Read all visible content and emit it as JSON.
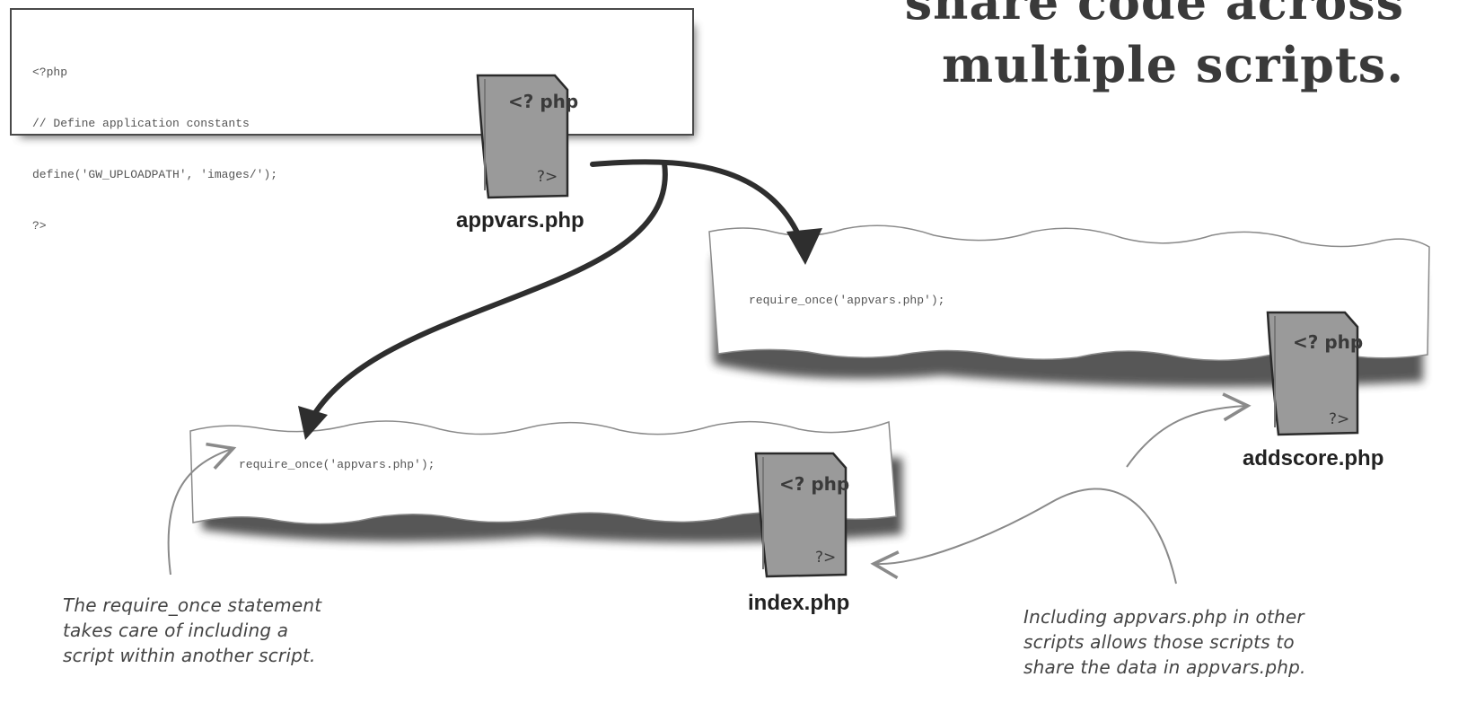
{
  "heading": {
    "line1": "share code across",
    "line2": "multiple scripts."
  },
  "appvars_code": {
    "lines": [
      "<?php",
      "// Define application constants",
      "define('GW_UPLOADPATH', 'images/');",
      "?>"
    ]
  },
  "addscore_code": "require_once('appvars.php');",
  "index_code": "require_once('appvars.php');",
  "files": {
    "appvars": {
      "label": "appvars.php",
      "icon": "php-file-icon",
      "glyph_open": "<? php",
      "glyph_close": "?>"
    },
    "addscore": {
      "label": "addscore.php",
      "icon": "php-file-icon",
      "glyph_open": "<? php",
      "glyph_close": "?>"
    },
    "index": {
      "label": "index.php",
      "icon": "php-file-icon",
      "glyph_open": "<? php",
      "glyph_close": "?>"
    }
  },
  "notes": {
    "require_once": "The require_once statement\ntakes care of including a\nscript within another script.",
    "including": "Including appvars.php in other\nscripts allows those scripts to\nshare the data in appvars.php."
  },
  "colors": {
    "arrow": "#2e2e2e",
    "icon_fill": "#9a9a9a",
    "thin_arrow": "#8a8a8a"
  }
}
